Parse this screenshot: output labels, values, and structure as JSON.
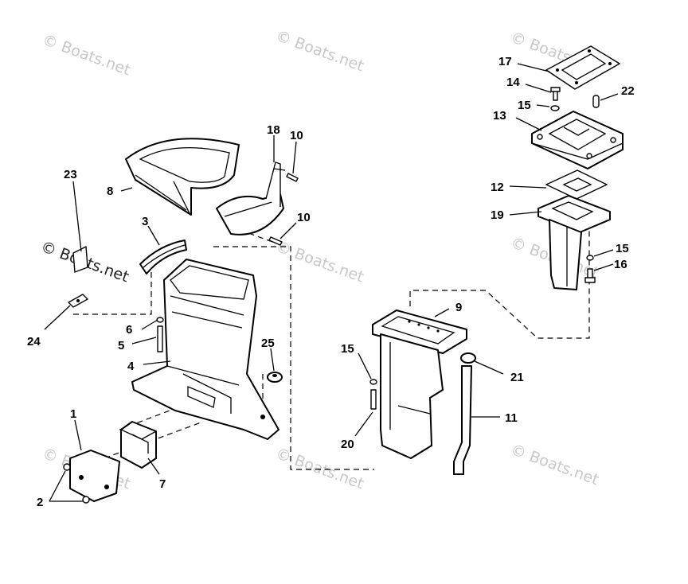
{
  "watermark": {
    "text": "© Boats.net",
    "color": "#c8c8c8"
  },
  "callouts": {
    "p1": "1",
    "p2": "2",
    "p3": "3",
    "p4": "4",
    "p5": "5",
    "p6": "6",
    "p7": "7",
    "p8": "8",
    "p9": "9",
    "p10a": "10",
    "p10b": "10",
    "p11": "11",
    "p12": "12",
    "p13": "13",
    "p14": "14",
    "p15a": "15",
    "p15b": "15",
    "p15c": "15",
    "p16": "16",
    "p17": "17",
    "p18": "18",
    "p19": "19",
    "p20": "20",
    "p21": "21",
    "p22": "22",
    "p23": "23",
    "p24": "24",
    "p25": "25"
  }
}
